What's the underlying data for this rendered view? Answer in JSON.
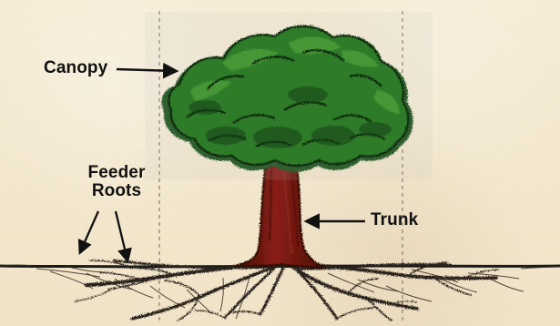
{
  "labels": {
    "canopy": "Canopy",
    "trunk": "Trunk",
    "feeder_roots_line1": "Feeder",
    "feeder_roots_line2": "Roots"
  },
  "colors": {
    "ground": "#1a1a1a",
    "canopy_dark": "#205f1e",
    "canopy_mid": "#2f7f2a",
    "canopy_light": "#5cae42",
    "trunk": "#6b1710",
    "trunk_dark": "#2d0806",
    "roots": "#2c221b",
    "dashed_guide": "#8b7b6a",
    "arrow": "#111111"
  },
  "icons": {
    "tree": "tree-icon",
    "arrow": "arrow-icon"
  }
}
